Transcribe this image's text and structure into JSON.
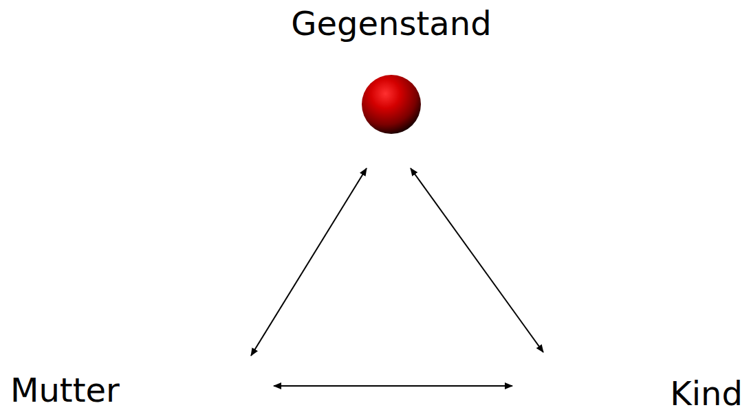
{
  "diagram": {
    "nodes": [
      {
        "text": [
          "Gegenstand"
        ]
      },
      {
        "text": [
          "Mutter"
        ]
      },
      {
        "text": [
          "Kind"
        ]
      }
    ],
    "edges": [
      {
        "from": 1,
        "to": 0,
        "arrow": "both"
      },
      {
        "from": 0,
        "to": 2,
        "arrow": "both"
      },
      {
        "from": 1,
        "to": 2,
        "arrow": "both"
      }
    ]
  }
}
